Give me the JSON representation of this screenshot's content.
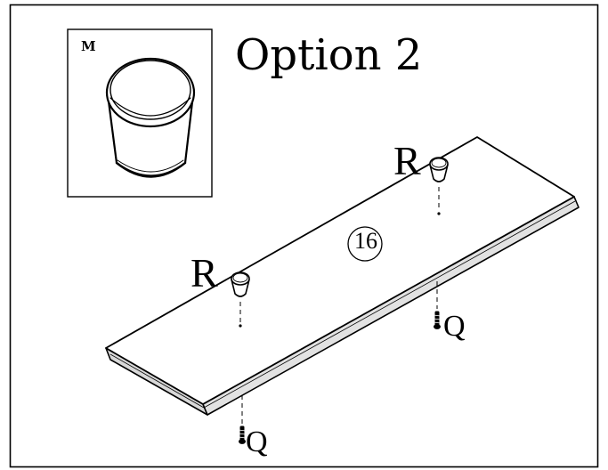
{
  "title": "Option 2",
  "inset": {
    "part_letter": "M",
    "depicts": "bumper-icon"
  },
  "labels": {
    "bumper": "R",
    "screw": "Q",
    "panel_number": "16"
  },
  "colors": {
    "line": "#000000",
    "background": "#ffffff",
    "panel_edge": "#dcdcdc"
  }
}
